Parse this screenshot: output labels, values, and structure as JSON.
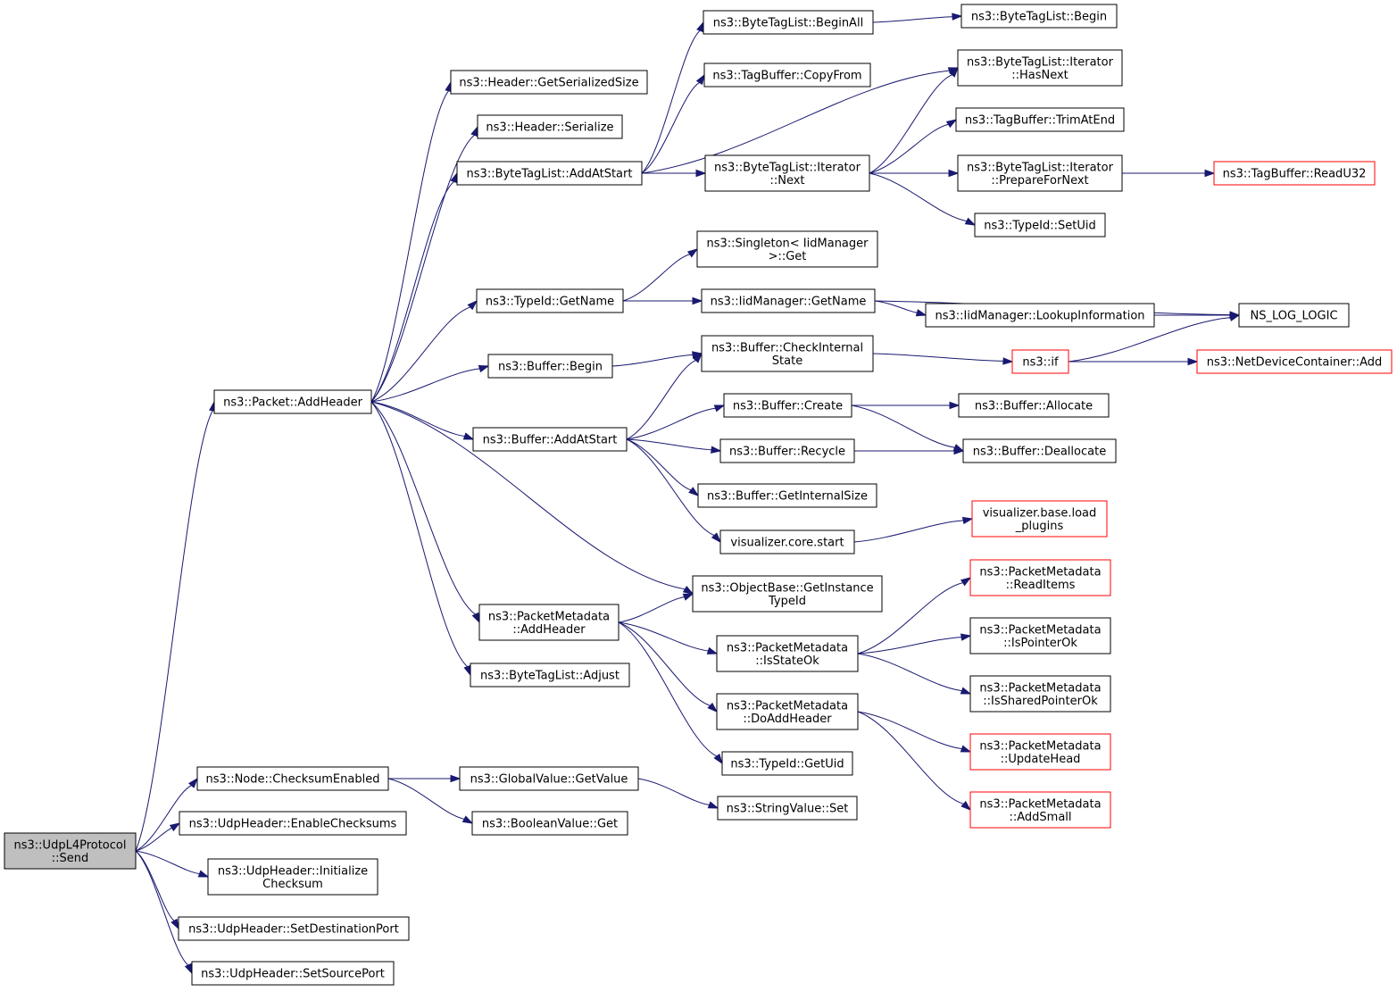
{
  "nodes": [
    {
      "id": "send",
      "lines": [
        "ns3::UdpL4Protocol",
        "::Send"
      ],
      "kind": "root"
    },
    {
      "id": "addheader",
      "lines": [
        "ns3::Packet::AddHeader"
      ],
      "kind": "normal"
    },
    {
      "id": "cksum_en",
      "lines": [
        "ns3::Node::ChecksumEnabled"
      ],
      "kind": "normal"
    },
    {
      "id": "enable_ck",
      "lines": [
        "ns3::UdpHeader::EnableChecksums"
      ],
      "kind": "normal"
    },
    {
      "id": "init_ck",
      "lines": [
        "ns3::UdpHeader::Initialize",
        "Checksum"
      ],
      "kind": "normal"
    },
    {
      "id": "set_dst",
      "lines": [
        "ns3::UdpHeader::SetDestinationPort"
      ],
      "kind": "normal"
    },
    {
      "id": "set_src",
      "lines": [
        "ns3::UdpHeader::SetSourcePort"
      ],
      "kind": "normal"
    },
    {
      "id": "h_size",
      "lines": [
        "ns3::Header::GetSerializedSize"
      ],
      "kind": "normal"
    },
    {
      "id": "h_ser",
      "lines": [
        "ns3::Header::Serialize"
      ],
      "kind": "normal"
    },
    {
      "id": "btl_aas",
      "lines": [
        "ns3::ByteTagList::AddAtStart"
      ],
      "kind": "normal"
    },
    {
      "id": "tid_getname",
      "lines": [
        "ns3::TypeId::GetName"
      ],
      "kind": "normal"
    },
    {
      "id": "buf_begin",
      "lines": [
        "ns3::Buffer::Begin"
      ],
      "kind": "normal"
    },
    {
      "id": "buf_aas",
      "lines": [
        "ns3::Buffer::AddAtStart"
      ],
      "kind": "normal"
    },
    {
      "id": "pm_addheader",
      "lines": [
        "ns3::PacketMetadata",
        "::AddHeader"
      ],
      "kind": "normal"
    },
    {
      "id": "btl_adjust",
      "lines": [
        "ns3::ByteTagList::Adjust"
      ],
      "kind": "normal"
    },
    {
      "id": "gv_getvalue",
      "lines": [
        "ns3::GlobalValue::GetValue"
      ],
      "kind": "normal"
    },
    {
      "id": "bv_get",
      "lines": [
        "ns3::BooleanValue::Get"
      ],
      "kind": "normal"
    },
    {
      "id": "btl_beginall",
      "lines": [
        "ns3::ByteTagList::BeginAll"
      ],
      "kind": "normal"
    },
    {
      "id": "tb_copyfrom",
      "lines": [
        "ns3::TagBuffer::CopyFrom"
      ],
      "kind": "normal"
    },
    {
      "id": "btl_it_next",
      "lines": [
        "ns3::ByteTagList::Iterator",
        "::Next"
      ],
      "kind": "normal"
    },
    {
      "id": "singleton_get",
      "lines": [
        "ns3::Singleton< IidManager",
        ">::Get"
      ],
      "kind": "normal"
    },
    {
      "id": "iid_getname",
      "lines": [
        "ns3::IidManager::GetName"
      ],
      "kind": "normal"
    },
    {
      "id": "buf_checkint",
      "lines": [
        "ns3::Buffer::CheckInternal",
        "State"
      ],
      "kind": "normal"
    },
    {
      "id": "buf_create",
      "lines": [
        "ns3::Buffer::Create"
      ],
      "kind": "normal"
    },
    {
      "id": "buf_recycle",
      "lines": [
        "ns3::Buffer::Recycle"
      ],
      "kind": "normal"
    },
    {
      "id": "buf_getintsize",
      "lines": [
        "ns3::Buffer::GetInternalSize"
      ],
      "kind": "normal"
    },
    {
      "id": "viz_start",
      "lines": [
        "visualizer.core.start"
      ],
      "kind": "normal"
    },
    {
      "id": "ob_getinst",
      "lines": [
        "ns3::ObjectBase::GetInstance",
        "TypeId"
      ],
      "kind": "normal"
    },
    {
      "id": "pm_isstateok",
      "lines": [
        "ns3::PacketMetadata",
        "::IsStateOk"
      ],
      "kind": "normal"
    },
    {
      "id": "pm_doaddheader",
      "lines": [
        "ns3::PacketMetadata",
        "::DoAddHeader"
      ],
      "kind": "normal"
    },
    {
      "id": "tid_getuid",
      "lines": [
        "ns3::TypeId::GetUid"
      ],
      "kind": "normal"
    },
    {
      "id": "sv_set",
      "lines": [
        "ns3::StringValue::Set"
      ],
      "kind": "normal"
    },
    {
      "id": "btl_begin",
      "lines": [
        "ns3::ByteTagList::Begin"
      ],
      "kind": "normal"
    },
    {
      "id": "btl_it_hasnext",
      "lines": [
        "ns3::ByteTagList::Iterator",
        "::HasNext"
      ],
      "kind": "normal"
    },
    {
      "id": "tb_trimatend",
      "lines": [
        "ns3::TagBuffer::TrimAtEnd"
      ],
      "kind": "normal"
    },
    {
      "id": "btl_it_prep",
      "lines": [
        "ns3::ByteTagList::Iterator",
        "::PrepareForNext"
      ],
      "kind": "normal"
    },
    {
      "id": "tid_setuid",
      "lines": [
        "ns3::TypeId::SetUid"
      ],
      "kind": "normal"
    },
    {
      "id": "iid_lookup",
      "lines": [
        "ns3::IidManager::LookupInformation"
      ],
      "kind": "normal"
    },
    {
      "id": "ns3_if",
      "lines": [
        "ns3::if"
      ],
      "kind": "truncated"
    },
    {
      "id": "buf_allocate",
      "lines": [
        "ns3::Buffer::Allocate"
      ],
      "kind": "normal"
    },
    {
      "id": "buf_dealloc",
      "lines": [
        "ns3::Buffer::Deallocate"
      ],
      "kind": "normal"
    },
    {
      "id": "viz_loadplugins",
      "lines": [
        "visualizer.base.load",
        "_plugins"
      ],
      "kind": "truncated"
    },
    {
      "id": "pm_readitems",
      "lines": [
        "ns3::PacketMetadata",
        "::ReadItems"
      ],
      "kind": "truncated"
    },
    {
      "id": "pm_isptrok",
      "lines": [
        "ns3::PacketMetadata",
        "::IsPointerOk"
      ],
      "kind": "normal"
    },
    {
      "id": "pm_isshptrok",
      "lines": [
        "ns3::PacketMetadata",
        "::IsSharedPointerOk"
      ],
      "kind": "normal"
    },
    {
      "id": "pm_updatehead",
      "lines": [
        "ns3::PacketMetadata",
        "::UpdateHead"
      ],
      "kind": "truncated"
    },
    {
      "id": "pm_addsmall",
      "lines": [
        "ns3::PacketMetadata",
        "::AddSmall"
      ],
      "kind": "truncated"
    },
    {
      "id": "tb_readu32",
      "lines": [
        "ns3::TagBuffer::ReadU32"
      ],
      "kind": "truncated"
    },
    {
      "id": "ns_log_logic",
      "lines": [
        "NS_LOG_LOGIC"
      ],
      "kind": "normal"
    },
    {
      "id": "ndc_add",
      "lines": [
        "ns3::NetDeviceContainer::Add"
      ],
      "kind": "truncated"
    }
  ],
  "edges": [
    [
      "send",
      "addheader"
    ],
    [
      "send",
      "cksum_en"
    ],
    [
      "send",
      "enable_ck"
    ],
    [
      "send",
      "init_ck"
    ],
    [
      "send",
      "set_dst"
    ],
    [
      "send",
      "set_src"
    ],
    [
      "addheader",
      "h_size"
    ],
    [
      "addheader",
      "h_ser"
    ],
    [
      "addheader",
      "btl_aas"
    ],
    [
      "addheader",
      "tid_getname"
    ],
    [
      "addheader",
      "buf_begin"
    ],
    [
      "addheader",
      "buf_aas"
    ],
    [
      "addheader",
      "ob_getinst"
    ],
    [
      "addheader",
      "pm_addheader"
    ],
    [
      "addheader",
      "btl_adjust"
    ],
    [
      "btl_aas",
      "btl_beginall"
    ],
    [
      "btl_aas",
      "tb_copyfrom"
    ],
    [
      "btl_aas",
      "btl_it_hasnext"
    ],
    [
      "btl_aas",
      "btl_it_next"
    ],
    [
      "btl_beginall",
      "btl_begin"
    ],
    [
      "btl_it_next",
      "btl_it_hasnext"
    ],
    [
      "btl_it_next",
      "tb_trimatend"
    ],
    [
      "btl_it_next",
      "btl_it_prep"
    ],
    [
      "btl_it_next",
      "tid_setuid"
    ],
    [
      "btl_it_prep",
      "tb_readu32"
    ],
    [
      "tid_getname",
      "singleton_get"
    ],
    [
      "tid_getname",
      "iid_getname"
    ],
    [
      "iid_getname",
      "ns_log_logic"
    ],
    [
      "iid_getname",
      "iid_lookup"
    ],
    [
      "iid_lookup",
      "ns_log_logic"
    ],
    [
      "buf_begin",
      "buf_checkint"
    ],
    [
      "buf_checkint",
      "ns3_if"
    ],
    [
      "ns3_if",
      "ns_log_logic"
    ],
    [
      "ns3_if",
      "ndc_add"
    ],
    [
      "buf_aas",
      "buf_checkint"
    ],
    [
      "buf_aas",
      "buf_create"
    ],
    [
      "buf_aas",
      "buf_recycle"
    ],
    [
      "buf_aas",
      "buf_getintsize"
    ],
    [
      "buf_aas",
      "viz_start"
    ],
    [
      "buf_create",
      "buf_allocate"
    ],
    [
      "buf_create",
      "buf_dealloc"
    ],
    [
      "buf_recycle",
      "buf_dealloc"
    ],
    [
      "viz_start",
      "viz_loadplugins"
    ],
    [
      "pm_addheader",
      "ob_getinst"
    ],
    [
      "pm_addheader",
      "pm_isstateok"
    ],
    [
      "pm_addheader",
      "pm_doaddheader"
    ],
    [
      "pm_addheader",
      "tid_getuid"
    ],
    [
      "pm_isstateok",
      "pm_readitems"
    ],
    [
      "pm_isstateok",
      "pm_isptrok"
    ],
    [
      "pm_isstateok",
      "pm_isshptrok"
    ],
    [
      "pm_doaddheader",
      "pm_updatehead"
    ],
    [
      "pm_doaddheader",
      "pm_addsmall"
    ],
    [
      "cksum_en",
      "gv_getvalue"
    ],
    [
      "cksum_en",
      "bv_get"
    ],
    [
      "gv_getvalue",
      "sv_set"
    ]
  ],
  "colors": {
    "edge": "#191970",
    "root_fill": "#bfbfbf",
    "truncated_border": "#ff0000",
    "node_border": "#000000"
  }
}
